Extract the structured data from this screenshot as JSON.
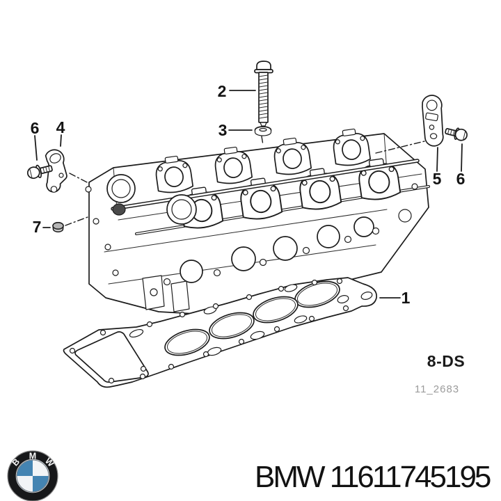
{
  "page": {
    "background": "#ffffff"
  },
  "diagram": {
    "callouts": [
      {
        "label": "2"
      },
      {
        "label": "3"
      },
      {
        "label": "6"
      },
      {
        "label": "4"
      },
      {
        "label": "5"
      },
      {
        "label": "6"
      },
      {
        "label": "7"
      },
      {
        "label": "1"
      }
    ],
    "code": "8-DS",
    "drawing_ref": "11_2683",
    "colors": {
      "line": "#1c1c1c",
      "muted": "#9b9b9b"
    }
  },
  "footer": {
    "caption": "BMW 11611745195",
    "logo": {
      "letters": [
        "B",
        "M",
        "W"
      ],
      "blue": "#4484b2",
      "ring": "#17181a",
      "white": "#f2f4f6"
    }
  }
}
